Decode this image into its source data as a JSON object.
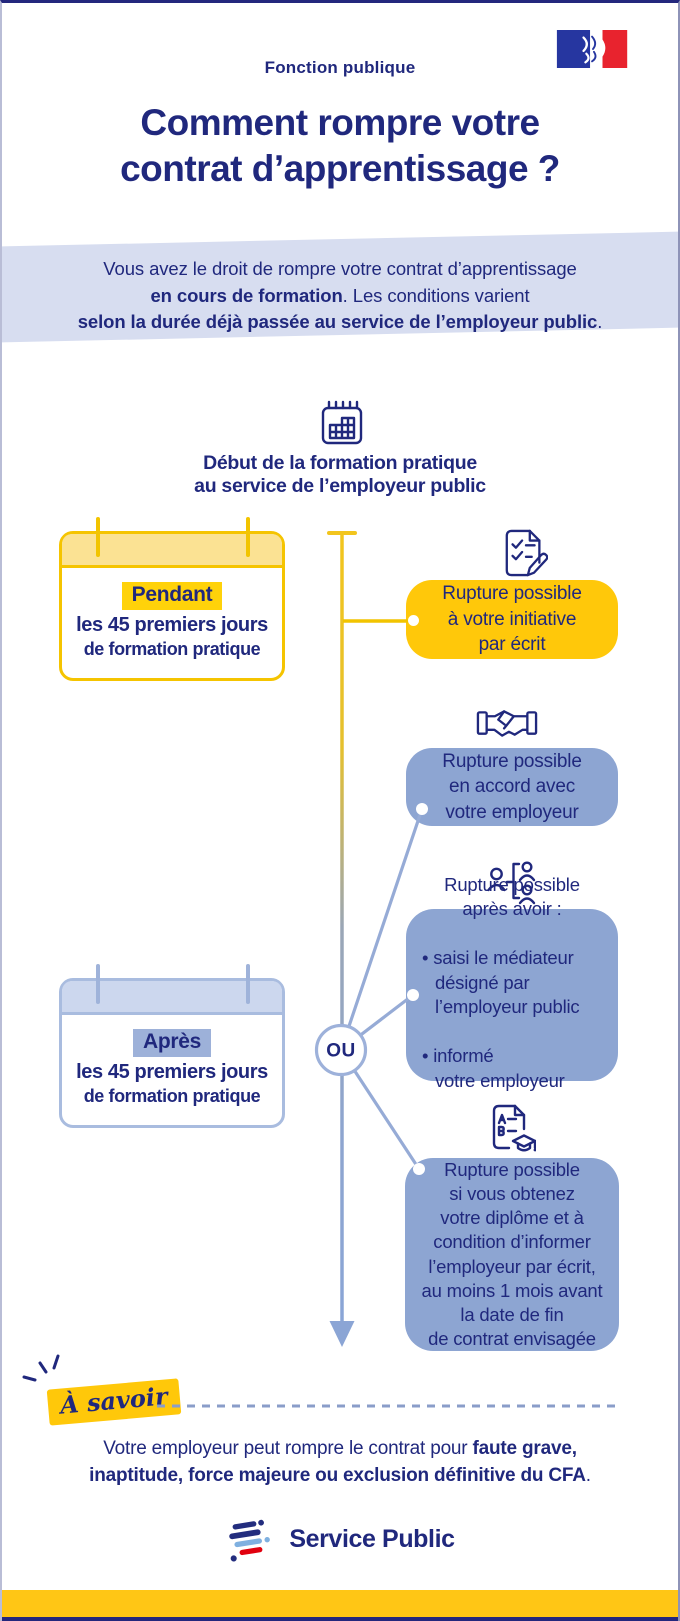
{
  "header": {
    "kicker": "Fonction publique",
    "title": "Comment rompre votre\ncontrat d’apprentissage ?"
  },
  "intro": {
    "l1": "Vous avez le droit de rompre votre contrat d’apprentissage",
    "l2_bold": "en cours de formation",
    "l2_rest": ". Les conditions varient",
    "l3_bold": "selon la durée déjà passée au service de l’employeur public",
    "l3_rest": "."
  },
  "timeline": {
    "heading": "Début de la formation pratique\nau service de l’employeur public",
    "heading_icon": "calendar-icon",
    "ou": "OU",
    "card_pendant": {
      "tag": "Pendant",
      "l1": "les 45 premiers jours",
      "l2": "de formation pratique"
    },
    "card_apres": {
      "tag": "Après",
      "l1": "les 45 premiers jours",
      "l2": "de formation pratique"
    },
    "bubble_initiative": {
      "icon": "document-check-pencil-icon",
      "text": "Rupture possible\nà votre initiative\npar écrit"
    },
    "bubble_accord": {
      "icon": "handshake-icon",
      "text": "Rupture possible\nen accord avec\nvotre employeur"
    },
    "bubble_mediateur": {
      "icon": "mediator-people-icon",
      "head": "Rupture possible\naprès avoir :",
      "items": [
        "• saisi le médiateur\ndésigné par\nl’employeur public",
        "• informé\nvotre employeur"
      ]
    },
    "bubble_diplome": {
      "icon": "diploma-graduation-icon",
      "text": "Rupture possible\nsi vous obtenez\nvotre diplôme et à\ncondition d’informer\nl’employeur par écrit,\nau moins 1 mois avant\nla date de fin\nde contrat envisagée"
    }
  },
  "note": {
    "label": "À savoir",
    "l1": "Votre employeur peut rompre le contrat pour ",
    "l1_bold": "faute grave,",
    "l2_bold": "inaptitude, force majeure ou exclusion définitive du CFA",
    "l2_rest": "."
  },
  "footer": {
    "brand": "Service Public"
  },
  "colors": {
    "navy": "#20287d",
    "gold": "#f5c400",
    "gold_bright": "#ffc80a",
    "periwinkle": "#8da5d2",
    "periwinkle_light": "#ccd7ee",
    "band": "#d7ddf0",
    "red": "#e1000f",
    "light_blue": "#7fb0e0",
    "flag_blue": "#2636a0"
  }
}
